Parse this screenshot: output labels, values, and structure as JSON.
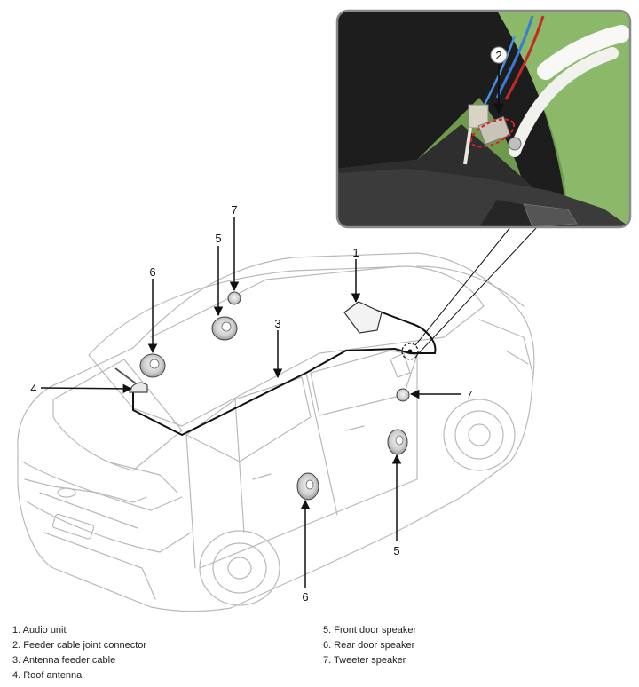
{
  "callouts": {
    "c1": "1",
    "c2": "2",
    "c3": "3",
    "c4": "4",
    "c5_roof": "5",
    "c5_door": "5",
    "c6_roof": "6",
    "c6_door": "6",
    "c7_roof": "7",
    "c7_door": "7"
  },
  "legend": {
    "left": [
      "1. Audio unit",
      "2. Feeder cable joint connector",
      "3. Antenna feeder cable",
      "4. Roof antenna"
    ],
    "right": [
      "5. Front door speaker",
      "6. Rear door speaker",
      "7. Tweeter speaker"
    ]
  }
}
